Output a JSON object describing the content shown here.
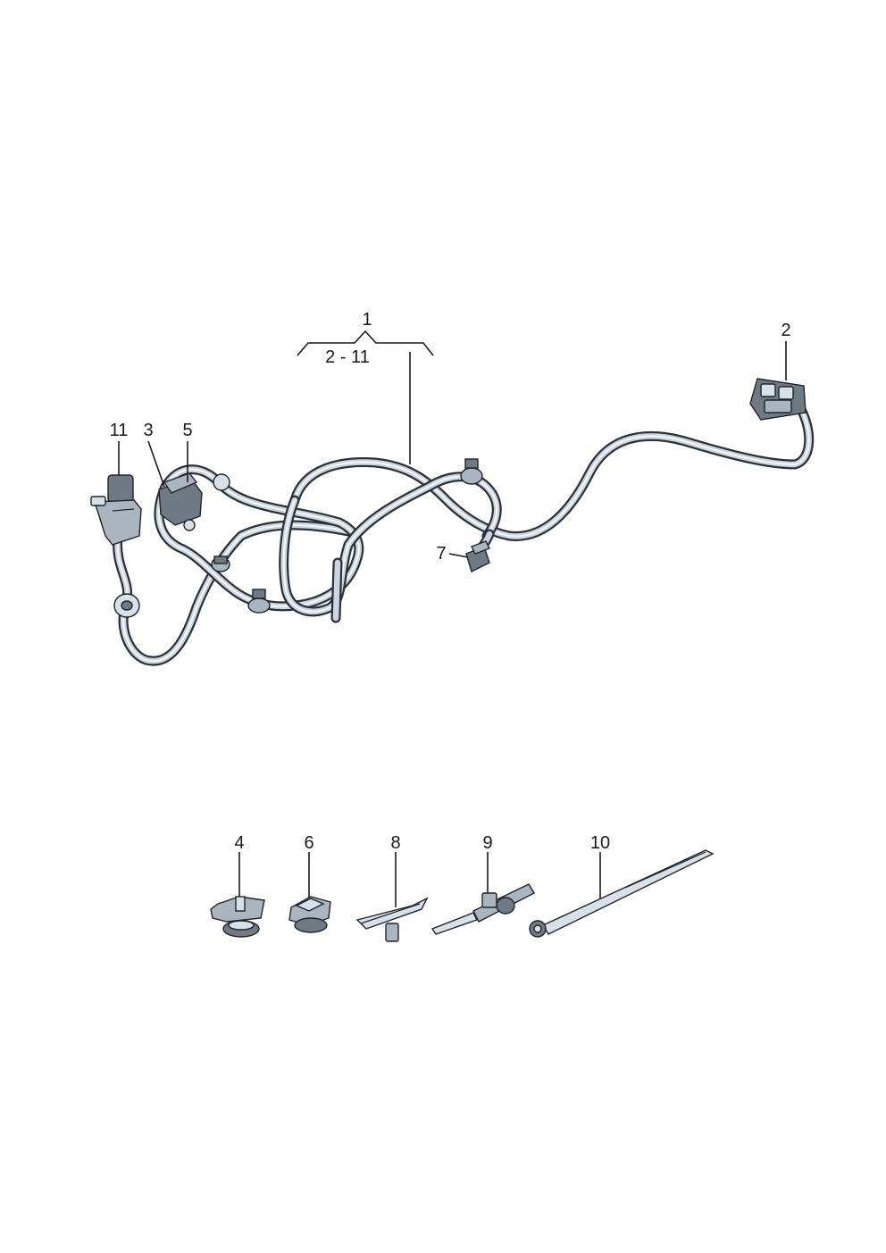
{
  "callouts": {
    "c1": "1",
    "c1_range": "2 - 11",
    "c2": "2",
    "c3": "3",
    "c4": "4",
    "c5": "5",
    "c6": "6",
    "c7": "7",
    "c8": "8",
    "c9": "9",
    "c10": "10",
    "c11": "11"
  },
  "colors": {
    "line": "#1a1a1a",
    "cable_outline": "#2b3138",
    "cable_fill": "#cdd6de",
    "part_dark": "#6f7a85",
    "part_light": "#d9e1e8"
  }
}
